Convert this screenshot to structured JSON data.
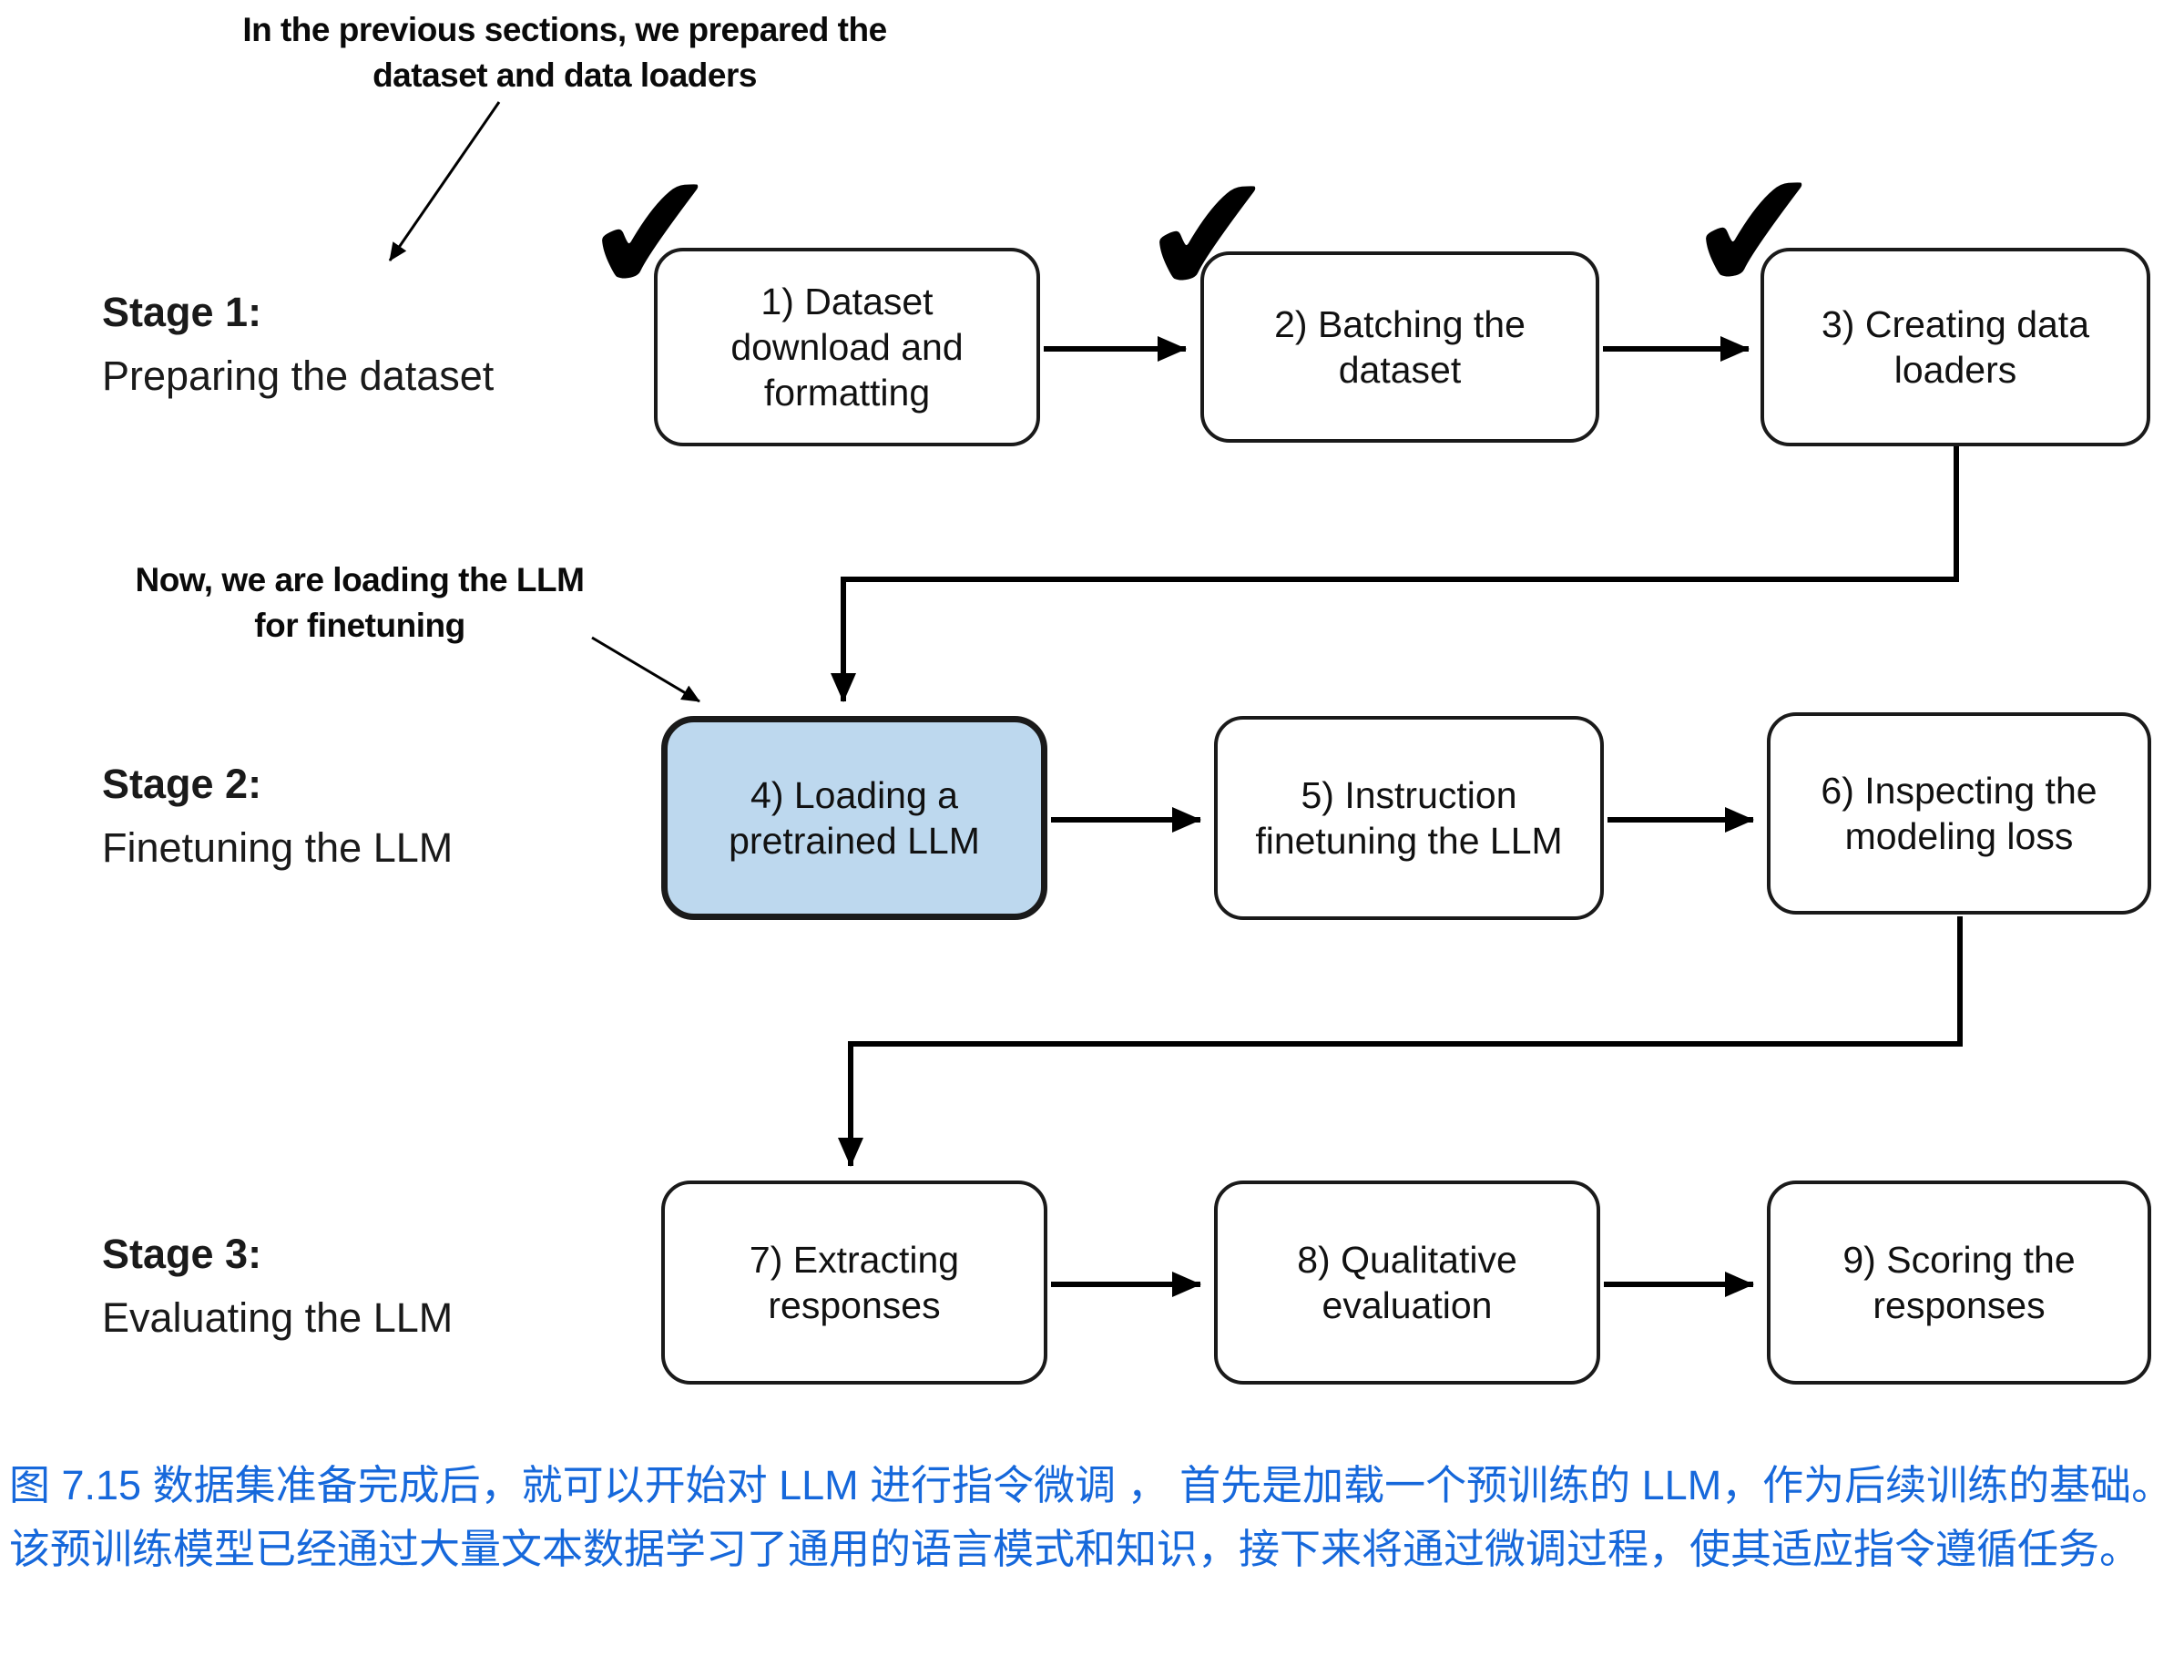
{
  "figure": {
    "annotations": {
      "previous": "In the previous sections, we prepared the dataset and data loaders",
      "now": "Now, we are loading the LLM for finetuning"
    },
    "stages": [
      {
        "title": "Stage 1:",
        "subtitle": "Preparing the dataset"
      },
      {
        "title": "Stage 2:",
        "subtitle": "Finetuning the LLM"
      },
      {
        "title": "Stage 3:",
        "subtitle": "Evaluating the LLM"
      }
    ],
    "steps": [
      {
        "label": "1) Dataset download and formatting",
        "checked": true,
        "highlighted": false
      },
      {
        "label": "2) Batching the dataset",
        "checked": true,
        "highlighted": false
      },
      {
        "label": "3) Creating data loaders",
        "checked": true,
        "highlighted": false
      },
      {
        "label": "4) Loading a pretrained LLM",
        "checked": false,
        "highlighted": true
      },
      {
        "label": "5) Instruction finetuning the LLM",
        "checked": false,
        "highlighted": false
      },
      {
        "label": "6) Inspecting the modeling loss",
        "checked": false,
        "highlighted": false
      },
      {
        "label": "7) Extracting responses",
        "checked": false,
        "highlighted": false
      },
      {
        "label": "8) Qualitative evaluation",
        "checked": false,
        "highlighted": false
      },
      {
        "label": "9) Scoring the responses",
        "checked": false,
        "highlighted": false
      }
    ],
    "icons": {
      "check": "✔"
    },
    "colors": {
      "highlight_fill": "#bdd8ee",
      "caption_text": "#1668db",
      "line": "#000000"
    }
  },
  "caption": "图 7.15 数据集准备完成后，就可以开始对 LLM 进行指令微调 ， 首先是加载一个预训练的 LLM，作为后续训练的基础。该预训练模型已经通过大量文本数据学习了通用的语言模式和知识，接下来将通过微调过程，使其适应指令遵循任务。"
}
